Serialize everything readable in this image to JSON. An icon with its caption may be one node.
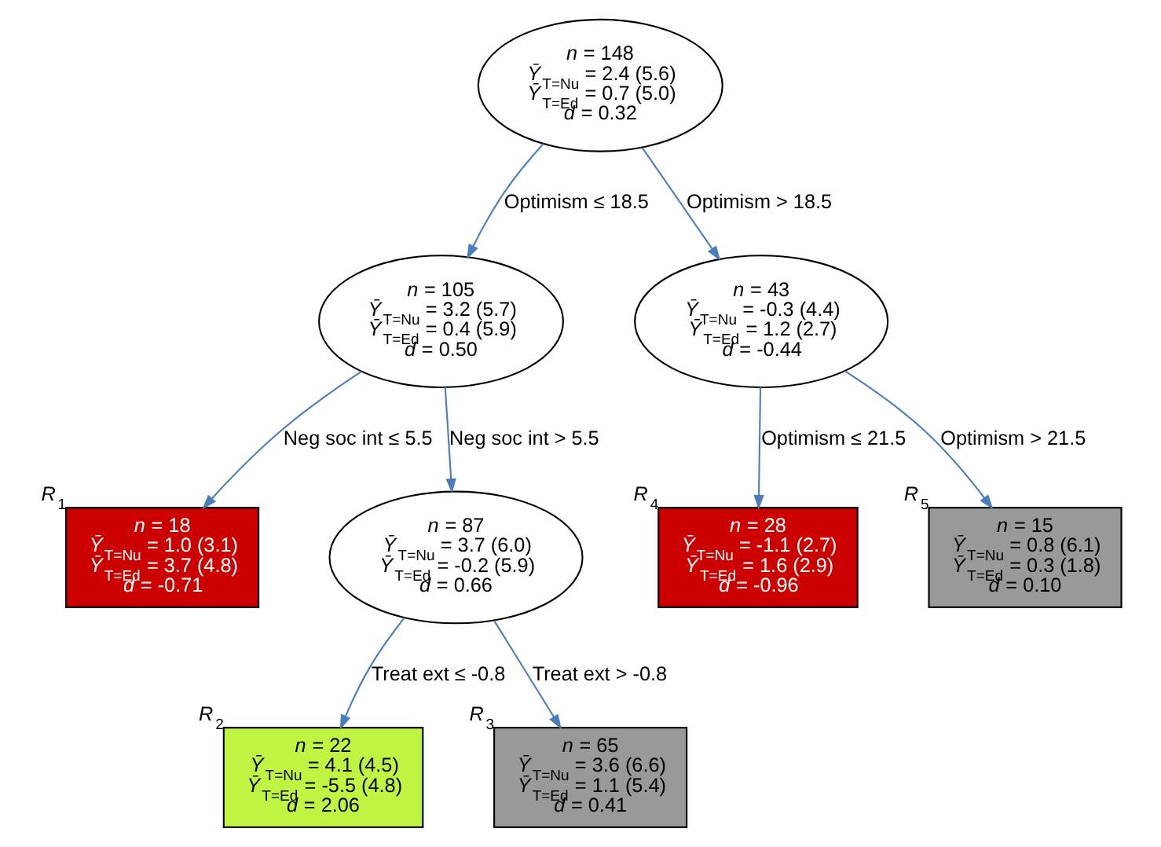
{
  "diagram": {
    "nodes": [
      {
        "text": [
          "*n* = 148",
          "*Ȳ*$_{T=Nu}$ = 2.4 (5.6)",
          "*Ȳ*$_{T=Ed}$ = 0.7 (5.0)",
          "*d* = 0.32"
        ]
      },
      {
        "text": [
          "*n* = 105",
          "*Ȳ*$_{T=Nu}$ = 3.2 (5.7)",
          "*Ȳ*$_{T=Ed}$ = 0.4 (5.9)",
          "*d* = 0.50"
        ]
      },
      {
        "text": [
          "*n* = 43",
          "*Ȳ*$_{T=Nu}$ = -0.3 (4.4)",
          "*Ȳ*$_{T=Ed}$ = 1.2 (2.7)",
          "*d* = -0.44"
        ]
      },
      {
        "text": [
          "*n* = 18",
          "*Ȳ*$_{T=Nu}$ = 1.0 (3.1)",
          "*Ȳ*$_{T=Ed}$ = 3.7 (4.8)",
          "*d* = -0.71"
        ],
        "beside": [
          "*R*$_{1}$"
        ]
      },
      {
        "text": [
          "*n* = 87",
          "*Ȳ*$_{T=Nu}$ = 3.7 (6.0)",
          "*Ȳ*$_{T=Ed}$ = -0.2 (5.9)",
          "*d* = 0.66"
        ]
      },
      {
        "text": [
          "*n* = 28",
          "*Ȳ*$_{T=Nu}$ = -1.1 (2.7)",
          "*Ȳ*$_{T=Ed}$ = 1.6 (2.9)",
          "*d* = -0.96"
        ],
        "beside": [
          "*R*$_{4}$"
        ]
      },
      {
        "text": [
          "*n* = 15",
          "*Ȳ*$_{T=Nu}$ = 0.8 (6.1)",
          "*Ȳ*$_{T=Ed}$ = 0.3 (1.8)",
          "*d* = 0.10"
        ],
        "beside": [
          "*R*$_{5}$"
        ]
      },
      {
        "text": [
          "*n* = 22",
          "*Ȳ*$_{T=Nu}$ = 4.1 (4.5)",
          "*Ȳ*$_{T=Ed}$ = -5.5 (4.8)",
          "*d* = 2.06"
        ],
        "beside": [
          "*R*$_{2}$"
        ]
      },
      {
        "text": [
          "*n* = 65",
          "*Ȳ*$_{T=Nu}$ = 3.6 (6.6)",
          "*Ȳ*$_{T=Ed}$ = 1.1 (5.4)",
          "*d* = 0.41"
        ],
        "beside": [
          "*R*$_{3}$"
        ]
      }
    ],
    "edges": [
      {
        "from": 0,
        "to": 1,
        "arrow": "to",
        "label": "Optimism ≤ 18.5"
      },
      {
        "from": 0,
        "to": 2,
        "arrow": "to",
        "label": "Optimism > 18.5"
      },
      {
        "from": 1,
        "to": 3,
        "arrow": "to",
        "label": "Neg soc int ≤ 5.5"
      },
      {
        "from": 1,
        "to": 4,
        "arrow": "to",
        "label": "Neg soc int > 5.5"
      },
      {
        "from": 2,
        "to": 5,
        "arrow": "to",
        "label": "Optimism ≤ 21.5"
      },
      {
        "from": 2,
        "to": 6,
        "arrow": "to",
        "label": "Optimism > 21.5"
      },
      {
        "from": 4,
        "to": 7,
        "arrow": "to",
        "label": "Treat ext ≤ -0.8"
      },
      {
        "from": 4,
        "to": 8,
        "arrow": "to",
        "label": "Treat ext > -0.8"
      }
    ]
  }
}
